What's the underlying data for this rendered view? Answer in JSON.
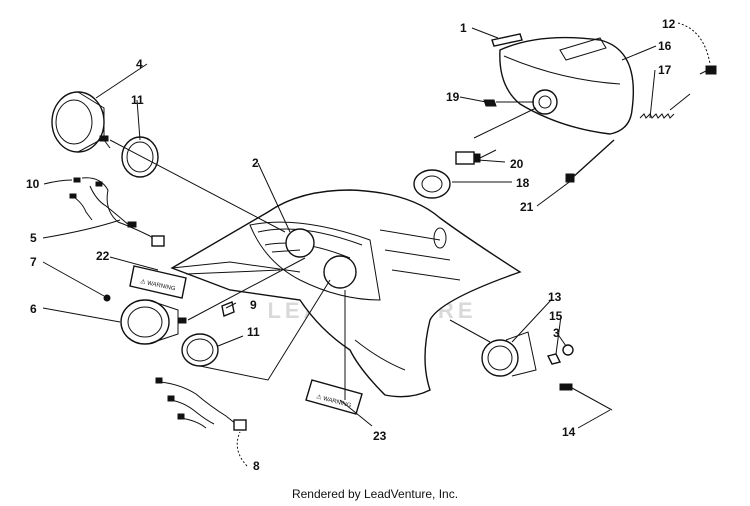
{
  "footer": {
    "text": "Rendered by LeadVenture, Inc."
  },
  "watermark": {
    "text": "LEADVENTURE"
  },
  "decals": {
    "part22": "⚠ WARNING",
    "part23": "⚠ WARNING"
  },
  "callouts": [
    "1",
    "2",
    "3",
    "4",
    "5",
    "6",
    "7",
    "8",
    "9",
    "10",
    "11",
    "11",
    "12",
    "13",
    "14",
    "15",
    "16",
    "17",
    "18",
    "19",
    "20",
    "21",
    "22",
    "23"
  ],
  "colors": {
    "ink": "#111111",
    "watermark": "#d9d9d9",
    "background": "#ffffff"
  }
}
